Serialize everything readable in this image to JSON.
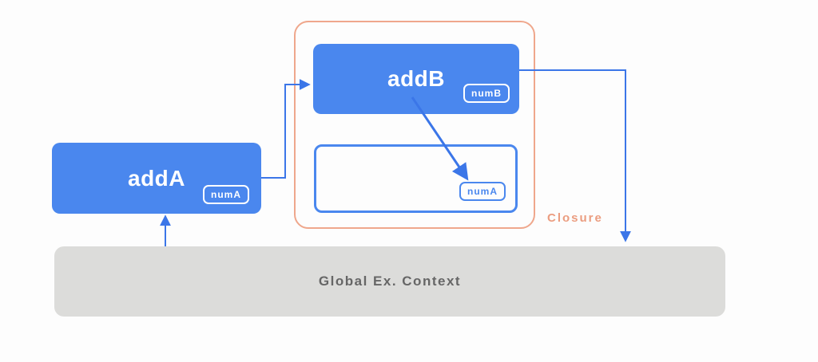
{
  "colors": {
    "node-blue": "#4a87ee",
    "arrow-blue": "#3b76e8",
    "closure-orange": "#efa78c",
    "closure-text": "#eb9d80",
    "bar-gray": "#dcdcda",
    "bar-text": "#666666"
  },
  "nodes": {
    "addA": {
      "label": "addA",
      "badge": "numA"
    },
    "addB": {
      "label": "addB",
      "badge": "numB"
    },
    "inner_scope": {
      "badge": "numA"
    },
    "closure": {
      "label": "Closure"
    },
    "global": {
      "label": "Global Ex. Context"
    }
  }
}
